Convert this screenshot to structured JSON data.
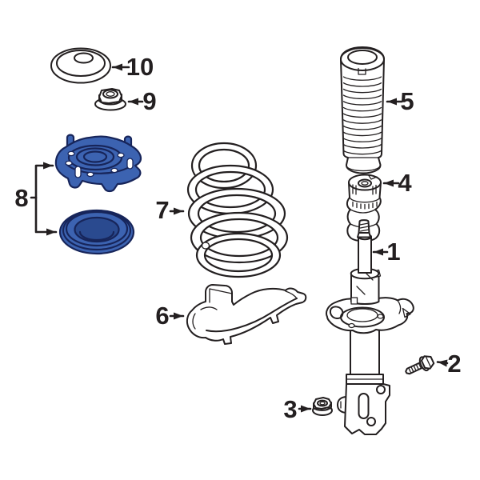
{
  "diagram": {
    "background": "#ffffff",
    "highlighted_callout": "8"
  },
  "colors": {
    "line": "#231f20",
    "highlight_fill": "#3c63b1",
    "highlight_fill_dark": "#2a4a8f",
    "highlight_line": "#17255a",
    "background": "#ffffff"
  },
  "callouts": {
    "c1": "1",
    "c2": "2",
    "c3": "3",
    "c4": "4",
    "c5": "5",
    "c6": "6",
    "c7": "7",
    "c8": "8",
    "c9": "9",
    "c10": "10"
  }
}
